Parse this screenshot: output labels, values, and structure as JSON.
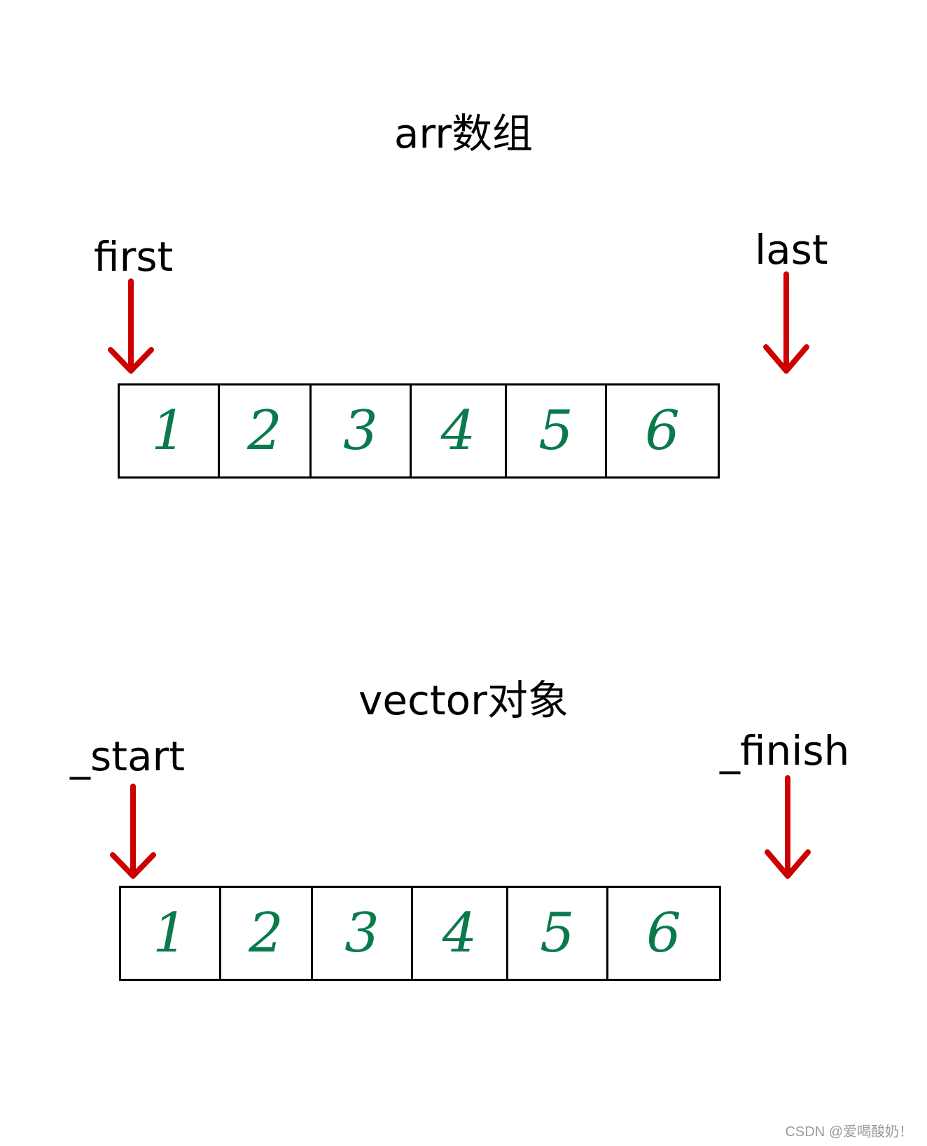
{
  "diagrams": [
    {
      "title": "arr数组",
      "left_pointer": "first",
      "right_pointer": "last",
      "cells": [
        "1",
        "2",
        "3",
        "4",
        "5",
        "6"
      ]
    },
    {
      "title": "vector对象",
      "left_pointer": "_start",
      "right_pointer": "_finish",
      "cells": [
        "1",
        "2",
        "3",
        "4",
        "5",
        "6"
      ]
    }
  ],
  "colors": {
    "arrow": "#cc0000",
    "digits": "#0a7a4c",
    "outline": "#000000"
  },
  "watermark": "CSDN @爱喝酸奶！"
}
